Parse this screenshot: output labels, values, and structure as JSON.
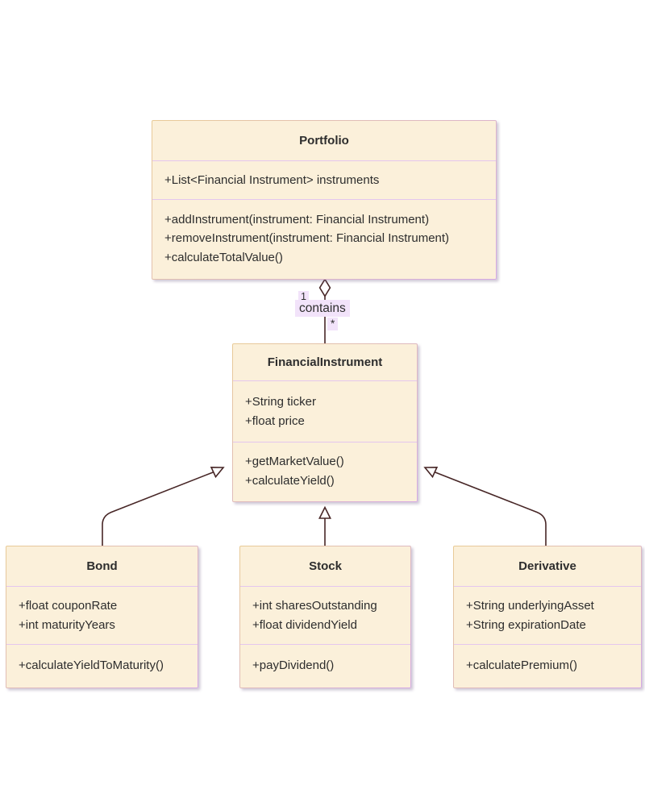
{
  "diagram": {
    "type": "uml-class-diagram",
    "colors": {
      "canvas": "#ffffff",
      "fill": "#fbf0da",
      "borderA": "#e9cb96",
      "borderB": "#d5a9e4",
      "sep": "#e4c6ee",
      "line": "#472626",
      "labelBg": "#f2e3fa",
      "arrowFill": "#ffffff",
      "text": "#2d2d2d"
    }
  },
  "classes": {
    "portfolio": {
      "title": "Portfolio",
      "attributes": [
        "+List<Financial Instrument> instruments"
      ],
      "methods": [
        "+addInstrument(instrument: Financial Instrument)",
        "+removeInstrument(instrument: Financial Instrument)",
        "+calculateTotalValue()"
      ]
    },
    "financialInstrument": {
      "title": "FinancialInstrument",
      "attributes": [
        "+String ticker",
        "+float price"
      ],
      "methods": [
        "+getMarketValue()",
        "+calculateYield()"
      ]
    },
    "bond": {
      "title": "Bond",
      "attributes": [
        "+float couponRate",
        "+int maturityYears"
      ],
      "methods": [
        "+calculateYieldToMaturity()"
      ]
    },
    "stock": {
      "title": "Stock",
      "attributes": [
        "+int sharesOutstanding",
        "+float dividendYield"
      ],
      "methods": [
        "+payDividend()"
      ]
    },
    "derivative": {
      "title": "Derivative",
      "attributes": [
        "+String underlyingAsset",
        "+String expirationDate"
      ],
      "methods": [
        "+calculatePremium()"
      ]
    }
  },
  "relationships": {
    "aggregation": {
      "from": "Portfolio",
      "to": "FinancialInstrument",
      "label": "contains",
      "source_multiplicity": "1",
      "target_multiplicity": "*"
    },
    "inheritance": [
      {
        "from": "Bond",
        "to": "FinancialInstrument"
      },
      {
        "from": "Stock",
        "to": "FinancialInstrument"
      },
      {
        "from": "Derivative",
        "to": "FinancialInstrument"
      }
    ]
  }
}
